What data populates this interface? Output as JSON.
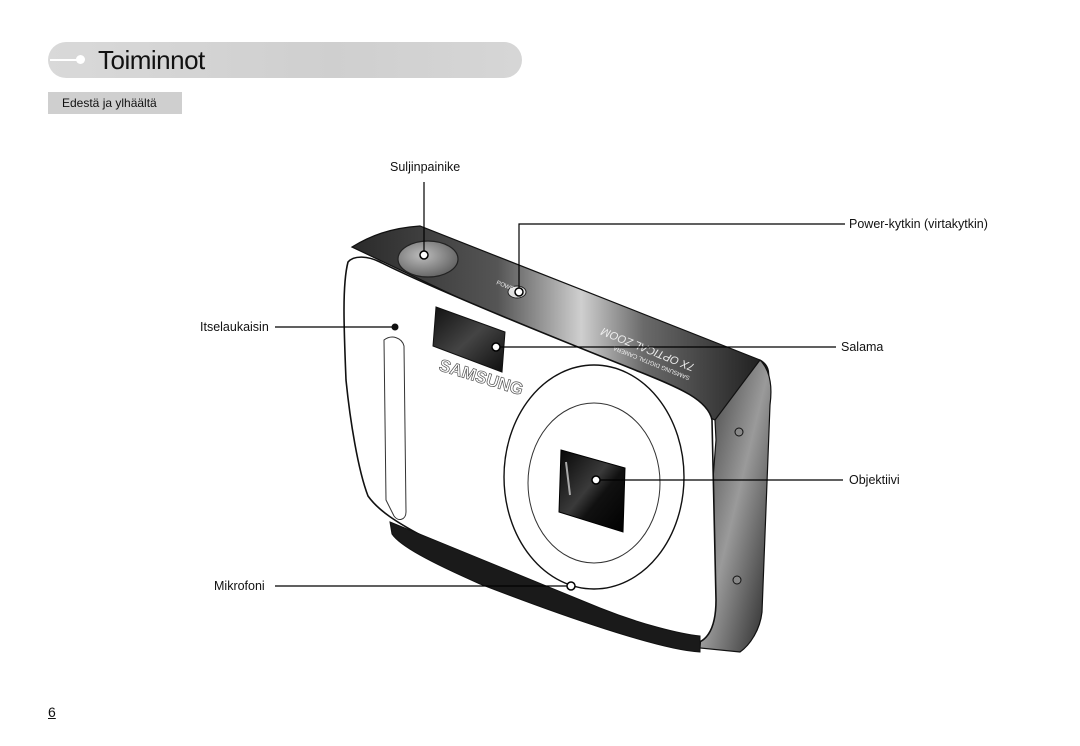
{
  "header": {
    "title": "Toiminnot"
  },
  "section": {
    "label": "Edestä ja ylhäältä"
  },
  "labels": {
    "shutter": "Suljinpainike",
    "power": "Power-kytkin (virtakytkin)",
    "self_timer": "Itselaukaisin",
    "flash": "Salama",
    "lens": "Objektiivi",
    "microphone": "Mikrofoni"
  },
  "camera_text": {
    "brand": "SAMSUNG",
    "power_label": "POWER",
    "zoom_label": "7X OPTICAL ZOOM",
    "camera_type": "SAMSUNG DIGITAL CAMERA"
  },
  "footer": {
    "page_number": "6"
  }
}
